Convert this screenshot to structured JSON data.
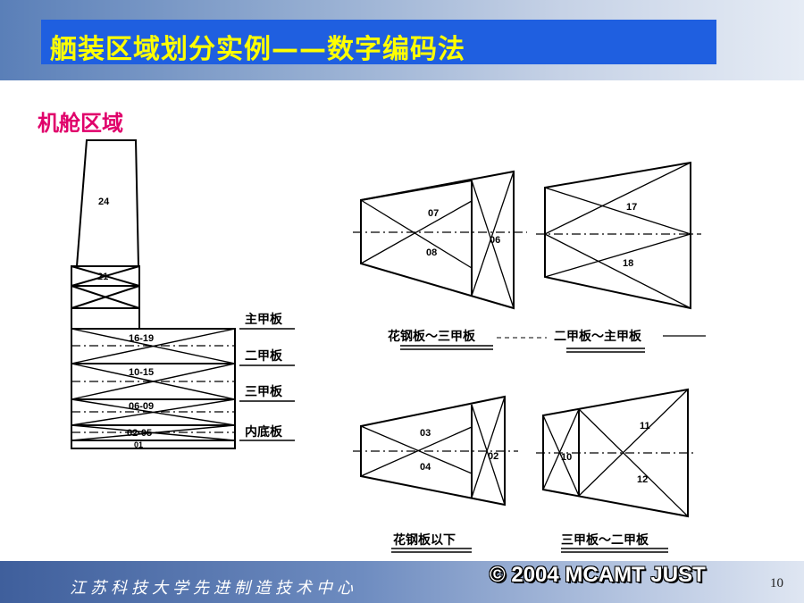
{
  "title": "舾装区域划分实例——数字编码法",
  "section_label": "机舱区域",
  "deck_labels": {
    "main_deck": "主甲板",
    "second_deck": "二甲板",
    "third_deck": "三甲板",
    "inner_bottom": "内底板"
  },
  "zones": {
    "z24": "24",
    "z21": "21",
    "z16_19": "16-19",
    "z10_15": "10-15",
    "z06_09": "06-09",
    "z02_05": "02-05",
    "z01": "01",
    "z07": "07",
    "z06": "06",
    "z08": "08",
    "z17": "17",
    "z18": "18",
    "z03": "03",
    "z02": "02",
    "z04": "04",
    "z11": "11",
    "z10": "10",
    "z12": "12"
  },
  "captions": {
    "plan_grating_to_third": "花钢板～三甲板",
    "plan_second_to_main": "二甲板～主甲板",
    "plan_below_grating": "花钢板以下",
    "plan_third_to_second": "三甲板～二甲板"
  },
  "footer": {
    "school": "江苏科技大学先进制造技术中心",
    "copyright": "© 2004 MCAMT JUST",
    "page_number": "10"
  }
}
